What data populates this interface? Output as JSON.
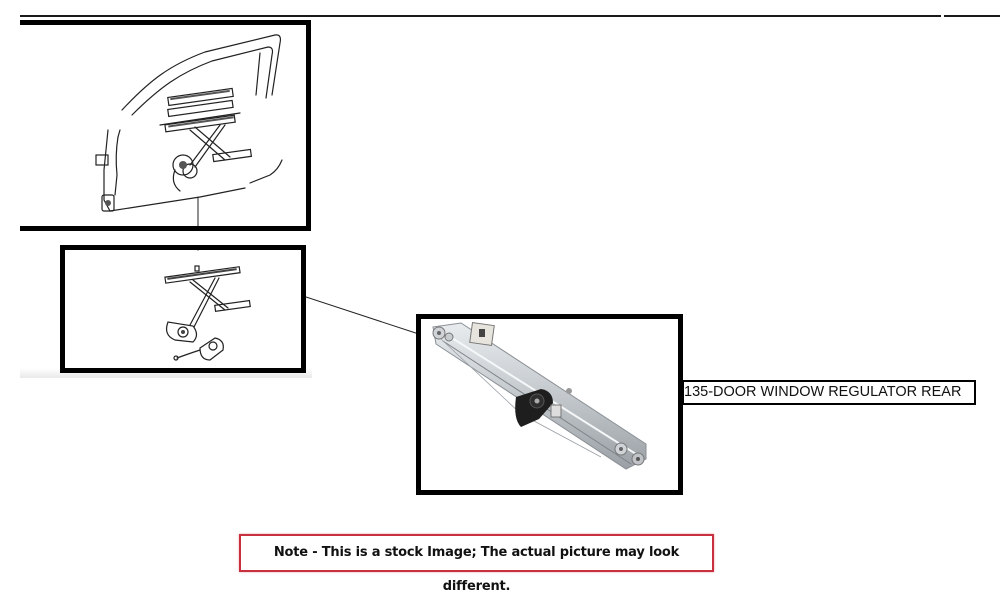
{
  "diagram": {
    "panels": [
      {
        "id": "door-overview",
        "description": "Line drawing of front door with window regulator assembly"
      },
      {
        "id": "regulator-detail",
        "description": "Line drawing of window regulator and motor"
      },
      {
        "id": "part-photo",
        "description": "Photo of rear door window regulator"
      }
    ],
    "part_label": "135-DOOR WINDOW REGULATOR REAR",
    "note": "Note - This is a stock Image; The actual picture may look different.",
    "colors": {
      "frame_border": "#000000",
      "note_border": "#c8303f",
      "background": "#ffffff"
    }
  }
}
